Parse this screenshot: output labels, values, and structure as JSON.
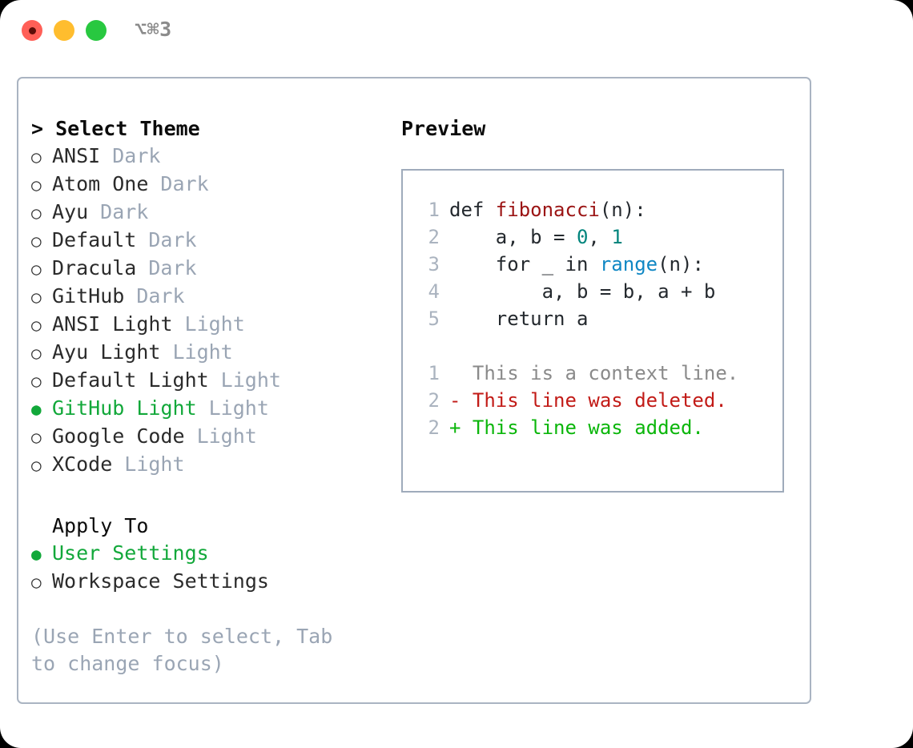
{
  "titlebar": {
    "shortcut": "⌥⌘3",
    "lights": [
      "close",
      "minimize",
      "maximize"
    ]
  },
  "left_pane": {
    "header": "> Select Theme",
    "themes": [
      {
        "bullet": "○",
        "name": "ANSI",
        "tag": "Dark",
        "selected": false
      },
      {
        "bullet": "○",
        "name": "Atom One",
        "tag": "Dark",
        "selected": false
      },
      {
        "bullet": "○",
        "name": "Ayu",
        "tag": "Dark",
        "selected": false
      },
      {
        "bullet": "○",
        "name": "Default",
        "tag": "Dark",
        "selected": false
      },
      {
        "bullet": "○",
        "name": "Dracula",
        "tag": "Dark",
        "selected": false
      },
      {
        "bullet": "○",
        "name": "GitHub",
        "tag": "Dark",
        "selected": false
      },
      {
        "bullet": "○",
        "name": "ANSI Light",
        "tag": "Light",
        "selected": false
      },
      {
        "bullet": "○",
        "name": "Ayu Light",
        "tag": "Light",
        "selected": false
      },
      {
        "bullet": "○",
        "name": "Default Light",
        "tag": "Light",
        "selected": false
      },
      {
        "bullet": "●",
        "name": "GitHub Light",
        "tag": "Light",
        "selected": true
      },
      {
        "bullet": "○",
        "name": "Google Code",
        "tag": "Light",
        "selected": false
      },
      {
        "bullet": "○",
        "name": "XCode",
        "tag": "Light",
        "selected": false
      }
    ],
    "apply_to_label": "Apply To",
    "apply_to": [
      {
        "bullet": "●",
        "name": "User Settings",
        "selected": true
      },
      {
        "bullet": "○",
        "name": "Workspace Settings",
        "selected": false
      }
    ],
    "hint": "(Use Enter to select, Tab to change focus)"
  },
  "right_pane": {
    "header": "Preview",
    "code": [
      {
        "ln": "1",
        "tokens": [
          {
            "t": "def ",
            "c": "kw"
          },
          {
            "t": "fibonacci",
            "c": "fn"
          },
          {
            "t": "(n):",
            "c": "kw"
          }
        ]
      },
      {
        "ln": "2",
        "tokens": [
          {
            "t": "    a, b = ",
            "c": "kw"
          },
          {
            "t": "0",
            "c": "num"
          },
          {
            "t": ", ",
            "c": "kw"
          },
          {
            "t": "1",
            "c": "num"
          }
        ]
      },
      {
        "ln": "3",
        "tokens": [
          {
            "t": "    for _ in ",
            "c": "kw"
          },
          {
            "t": "range",
            "c": "bi"
          },
          {
            "t": "(n):",
            "c": "kw"
          }
        ]
      },
      {
        "ln": "4",
        "tokens": [
          {
            "t": "        a, b = b, a + b",
            "c": "kw"
          }
        ]
      },
      {
        "ln": "5",
        "tokens": [
          {
            "t": "    return a",
            "c": "kw"
          }
        ]
      }
    ],
    "diff": [
      {
        "ln": "1",
        "text": "  This is a context line.",
        "kind": "ctx"
      },
      {
        "ln": "2",
        "text": "- This line was deleted.",
        "kind": "del"
      },
      {
        "ln": "2",
        "text": "+ This line was added.",
        "kind": "add"
      }
    ]
  },
  "colors": {
    "accent_green": "#12a83a",
    "muted_gray": "#9aa5b4",
    "border": "#aab4c2",
    "panel_border": "#9fabbb",
    "diff_delete": "#c21b17",
    "diff_add": "#0bb60b",
    "code_function": "#9b1414",
    "code_number": "#02857d",
    "code_builtin": "#0f87c4",
    "light_red": "#ff5f57",
    "light_yellow": "#ffbd2e",
    "light_green": "#28c840"
  }
}
